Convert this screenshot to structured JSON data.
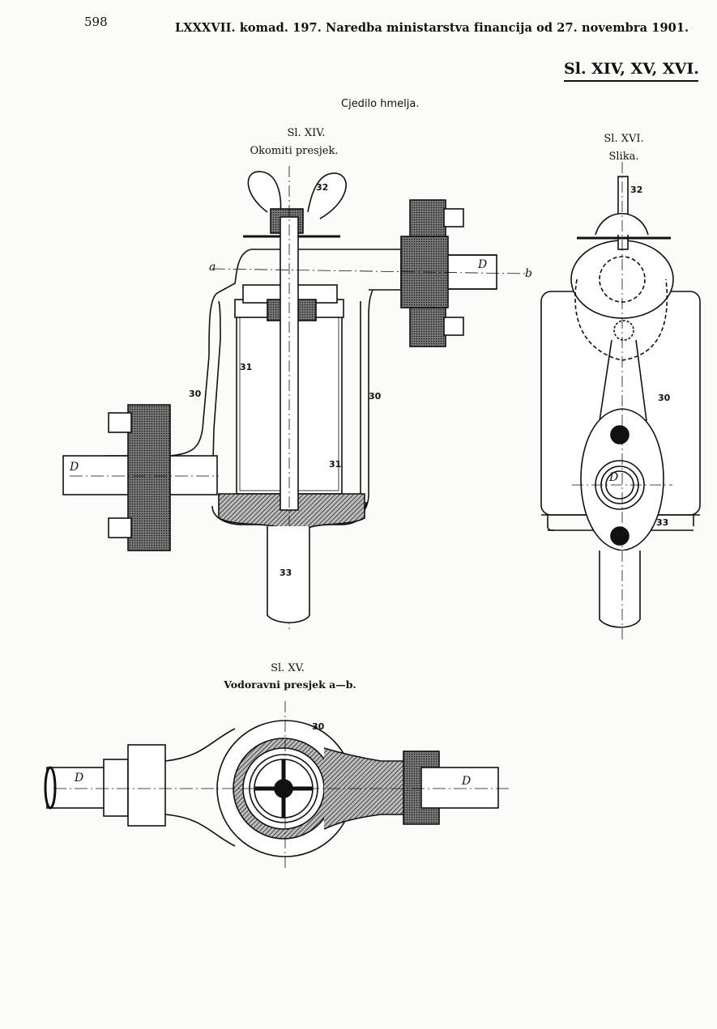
{
  "header": {
    "page_number": "598",
    "running_head": "LXXXVII. komad. 197. Naredba ministarstva financija od 27. novembra 1901.",
    "plate_label": "Sl. XIV, XV, XVI."
  },
  "main_title": "Cjedilo hmelja.",
  "fig14": {
    "title": "Sl. XIV.",
    "subtitle": "Okomiti presjek.",
    "labels": {
      "n32": "32",
      "a": "a",
      "b": "b",
      "D_top": "D",
      "D_left": "D",
      "n30_left": "30",
      "n30_right": "30",
      "n31_left": "31",
      "n31_right": "31",
      "n33": "33"
    }
  },
  "fig16": {
    "title": "Sl. XVI.",
    "subtitle": "Slika.",
    "labels": {
      "n32": "32",
      "n30": "30",
      "n33": "33",
      "D": "D"
    }
  },
  "fig15": {
    "title": "Sl. XV.",
    "subtitle": "Vodoravni presjek a—b.",
    "labels": {
      "n30": "30",
      "D_left": "D",
      "D_right": "D"
    }
  },
  "colors": {
    "ink": "#111111",
    "paper": "#fbfbf9",
    "hatch": "#4a4a4a"
  }
}
